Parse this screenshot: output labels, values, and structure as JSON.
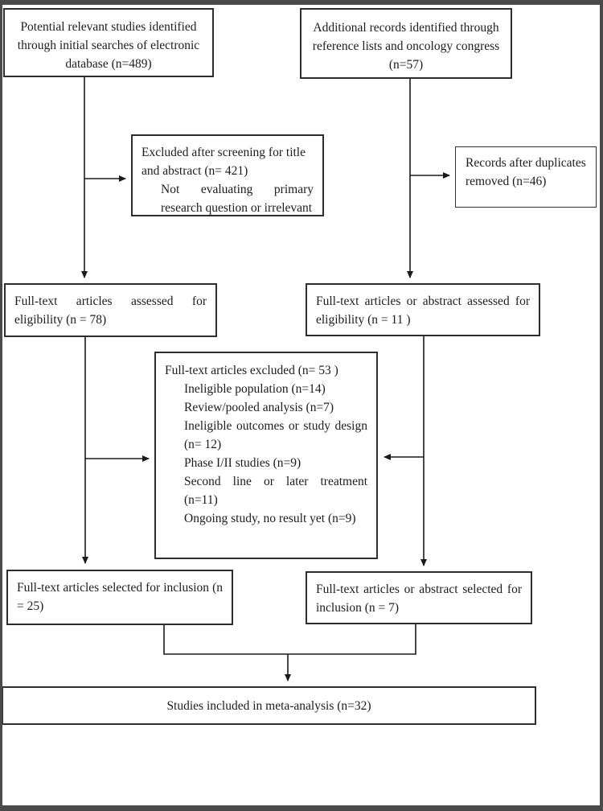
{
  "figure": {
    "boxes": {
      "initial": "Potential relevant studies identified through initial searches of electronic database (n=489)",
      "additional": "Additional records identified through reference lists and oncology congress (n=57)",
      "screening_excluded": {
        "line1": "Excluded after screening for title and abstract (n= 421)",
        "line2": "Not evaluating primary research question or irrelevant"
      },
      "duplicates": "Records after duplicates removed (n=46)",
      "fulltext_left": "Full-text articles assessed for eligibility (n = 78)",
      "fulltext_right": "Full-text articles or abstract assessed for eligibility (n = 11 )",
      "fulltext_excluded": {
        "title": "Full-text articles excluded (n= 53 )",
        "items": [
          "Ineligible population (n=14)",
          "Review/pooled analysis (n=7)",
          "Ineligible outcomes or study design (n= 12)",
          "Phase I/II studies (n=9)",
          "Second line or later treatment (n=11)",
          "Ongoing study, no result yet (n=9)"
        ]
      },
      "selected_left": "Full-text articles selected for inclusion (n = 25)",
      "selected_right": "Full-text articles or abstract selected for inclusion (n = 7)",
      "final": "Studies included in meta-analysis (n=32)"
    }
  }
}
